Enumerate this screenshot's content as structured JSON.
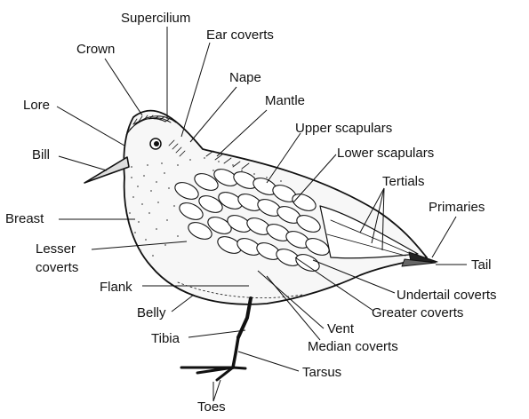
{
  "colors": {
    "ink": "#111111",
    "background": "#ffffff",
    "belly": "#f3f3f3"
  },
  "labels": {
    "supercilium": "Supercilium",
    "ear_coverts": "Ear coverts",
    "crown": "Crown",
    "nape": "Nape",
    "mantle": "Mantle",
    "lore": "Lore",
    "upper_scapulars": "Upper scapulars",
    "lower_scapulars": "Lower scapulars",
    "bill": "Bill",
    "tertials": "Tertials",
    "primaries": "Primaries",
    "breast": "Breast",
    "lesser_coverts_1": "Lesser",
    "lesser_coverts_2": "coverts",
    "tail": "Tail",
    "flank": "Flank",
    "undertail_coverts": "Undertail coverts",
    "greater_coverts": "Greater coverts",
    "belly": "Belly",
    "vent": "Vent",
    "tibia": "Tibia",
    "median_coverts": "Median coverts",
    "tarsus": "Tarsus",
    "toes": "Toes"
  }
}
